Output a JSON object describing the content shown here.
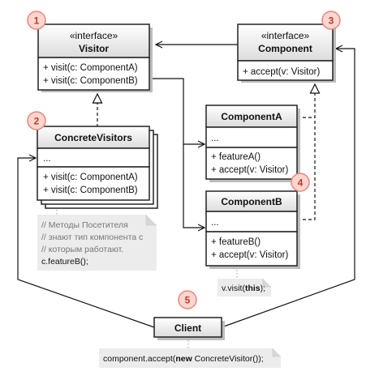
{
  "visitor": {
    "stereotype": "«interface»",
    "name": "Visitor",
    "methods": [
      "+ visit(c: ComponentA)",
      "+ visit(c: ComponentB)"
    ]
  },
  "component": {
    "stereotype": "«interface»",
    "name": "Component",
    "methods": [
      "+ accept(v: Visitor)"
    ]
  },
  "concrete_visitors": {
    "name": "ConcreteVisitors",
    "fields": [
      "..."
    ],
    "methods": [
      "+ visit(c: ComponentA)",
      "+ visit(c: ComponentB)"
    ]
  },
  "component_a": {
    "name": "ComponentA",
    "fields": [
      "..."
    ],
    "methods": [
      "+ featureA()",
      "+ accept(v: Visitor)"
    ]
  },
  "component_b": {
    "name": "ComponentB",
    "fields": [
      "..."
    ],
    "methods": [
      "+ featureB()",
      "+ accept(v: Visitor)"
    ]
  },
  "client": {
    "name": "Client"
  },
  "notes": {
    "visitor_comment": [
      "// Методы Посетителя",
      "// знают тип компонента с",
      "// которым работают."
    ],
    "visitor_code": "c.featureB();",
    "accept_code_prefix": "v.visit(",
    "accept_code_kw": "this",
    "accept_code_suffix": ");",
    "client_code_prefix": "component.accept(",
    "client_code_kw": "new",
    "client_code_suffix": " ConcreteVisitor());"
  },
  "badges": [
    "1",
    "2",
    "3",
    "4",
    "5"
  ],
  "colors": {
    "title_top": "#ffffff",
    "title_bottom": "#dcdcdc",
    "badge_fill": "#f9d6cf",
    "badge_stroke": "#e9867a",
    "badge_text": "#c0392b",
    "note_fill": "#ececec"
  }
}
